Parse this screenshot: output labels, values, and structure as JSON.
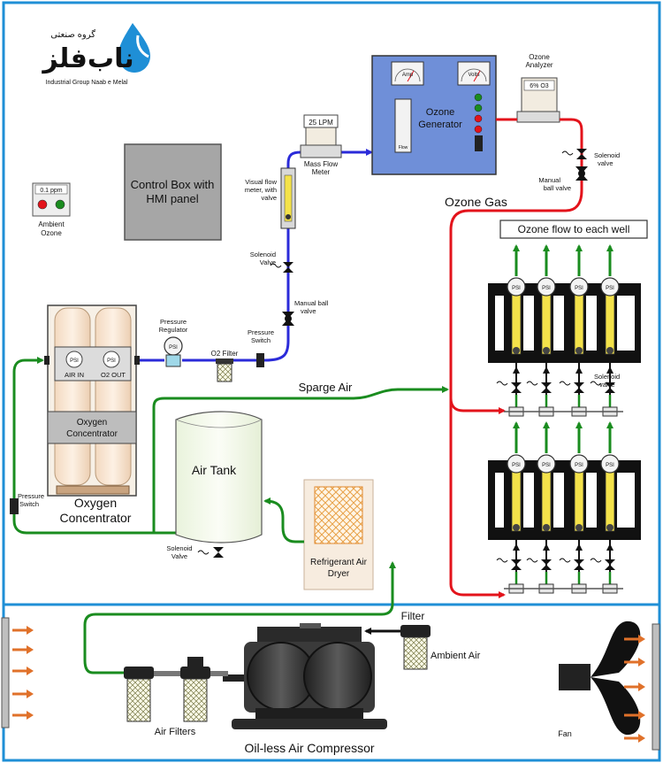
{
  "logo": {
    "farsi_title": "گروه صنعتی",
    "farsi_brand": "ناب‌فلز",
    "english": "Industrial Group Naab e Melal"
  },
  "labels": {
    "control_box_1": "Control Box with",
    "control_box_2": "HMI panel",
    "ambient_ozone_reading": "0.1 ppm",
    "ambient_ozone_1": "Ambient",
    "ambient_ozone_2": "Ozone",
    "flow_meter_reading": "25 LPM",
    "mass_flow_1": "Mass Flow",
    "mass_flow_2": "Meter",
    "visual_flow_1": "Visual flow",
    "visual_flow_2": "meter, with",
    "visual_flow_3": "valve",
    "solenoid_valve_left_1": "Solenoid",
    "solenoid_valve_left_2": "Valve",
    "manual_ball_valve_left_1": "Manual ball",
    "manual_ball_valve_left_2": "valve",
    "pressure_regulator_1": "Pressure",
    "pressure_regulator_2": "Regulator",
    "psi": "PSI",
    "o2_filter": "O2 Filter",
    "pressure_switch_top_1": "Pressure",
    "pressure_switch_top_2": "Switch",
    "ozone_generator_1": "Ozone",
    "ozone_generator_2": "Generator",
    "amp": "Amp",
    "volts": "Volts",
    "flow": "Flow",
    "ozone_analyzer_1": "Ozone",
    "ozone_analyzer_2": "Analyzer",
    "ozone_analyzer_reading": "6% O3",
    "solenoid_valve_right_1": "Solenoid",
    "solenoid_valve_right_2": "valve",
    "manual_ball_valve_right_1": "Manual",
    "manual_ball_valve_right_2": "ball valve",
    "ozone_gas": "Ozone Gas",
    "ozone_flow_each_well": "Ozone flow to each well",
    "air_in": "AIR IN",
    "o2_out": "O2 OUT",
    "oxygen_concentrator_label_1": "Oxygen",
    "oxygen_concentrator_label_2": "Concentrator",
    "oxygen_concentrator_big_1": "Oxygen",
    "oxygen_concentrator_big_2": "Concentrator",
    "sparge_air": "Sparge Air",
    "solenoid_valve_right2_1": "Solenoid",
    "solenoid_valve_right2_2": "valve",
    "air_tank": "Air Tank",
    "solenoid_valve_tank_1": "Solenoid",
    "solenoid_valve_tank_2": "Valve",
    "pressure_switch_side_1": "Pressure",
    "pressure_switch_side_2": "Switch",
    "refrigerant_dryer_1": "Refrigerant Air",
    "refrigerant_dryer_2": "Dryer",
    "filter": "Filter",
    "ambient_air": "Ambient Air",
    "air_filters": "Air Filters",
    "compressor": "Oil-less Air Compressor",
    "fan": "Fan"
  },
  "colors": {
    "frame_blue": "#1f8fd6",
    "ozone_red": "#e3131b",
    "oxygen_blue": "#2b2bd9",
    "air_green": "#1a8c1f",
    "arrow_orange": "#e0712a",
    "generator_blue": "#6f8fd8"
  }
}
